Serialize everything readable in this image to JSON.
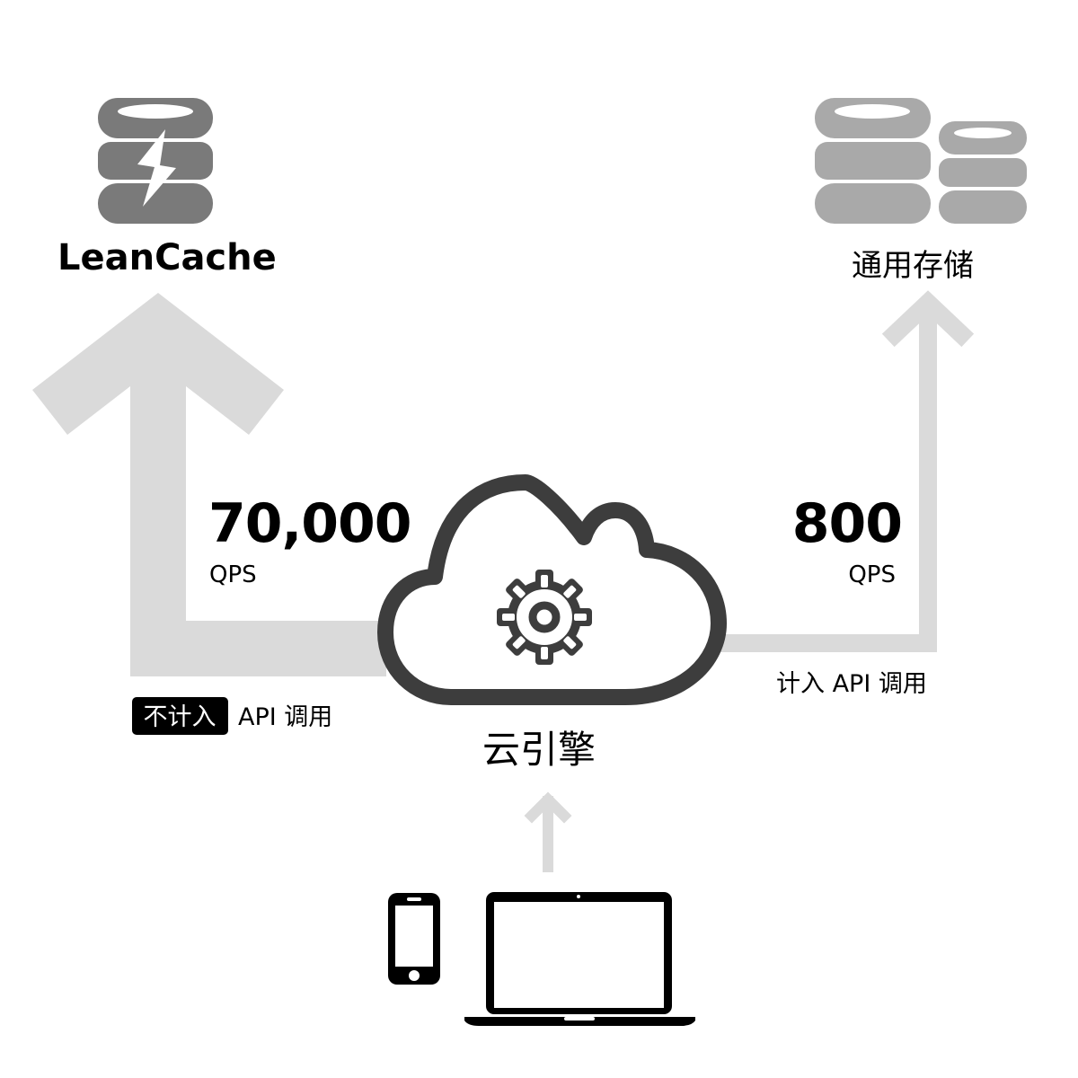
{
  "colors": {
    "flow_arrow": "#dadada",
    "icon_dark_gray": "#7a7a7a",
    "icon_light_gray": "#a9a9a9",
    "cloud_stroke": "#3d3d3d",
    "text": "#000000",
    "badge_bg": "#000000",
    "badge_text": "#ffffff",
    "device": "#000000"
  },
  "icons": {
    "cache_db": "database-lightning-icon",
    "storage_db": "database-stack-icon",
    "engine": "cloud-gear-icon",
    "phone": "smartphone-icon",
    "laptop": "laptop-icon"
  },
  "leancache": {
    "title": "LeanCache",
    "qps_value": "70,000",
    "qps_unit": "QPS",
    "badge": "不计入",
    "api_note": "API 调用"
  },
  "storage": {
    "title": "通用存储",
    "qps_value": "800",
    "qps_unit": "QPS",
    "api_note": "计入 API 调用"
  },
  "engine": {
    "label": "云引擎"
  }
}
